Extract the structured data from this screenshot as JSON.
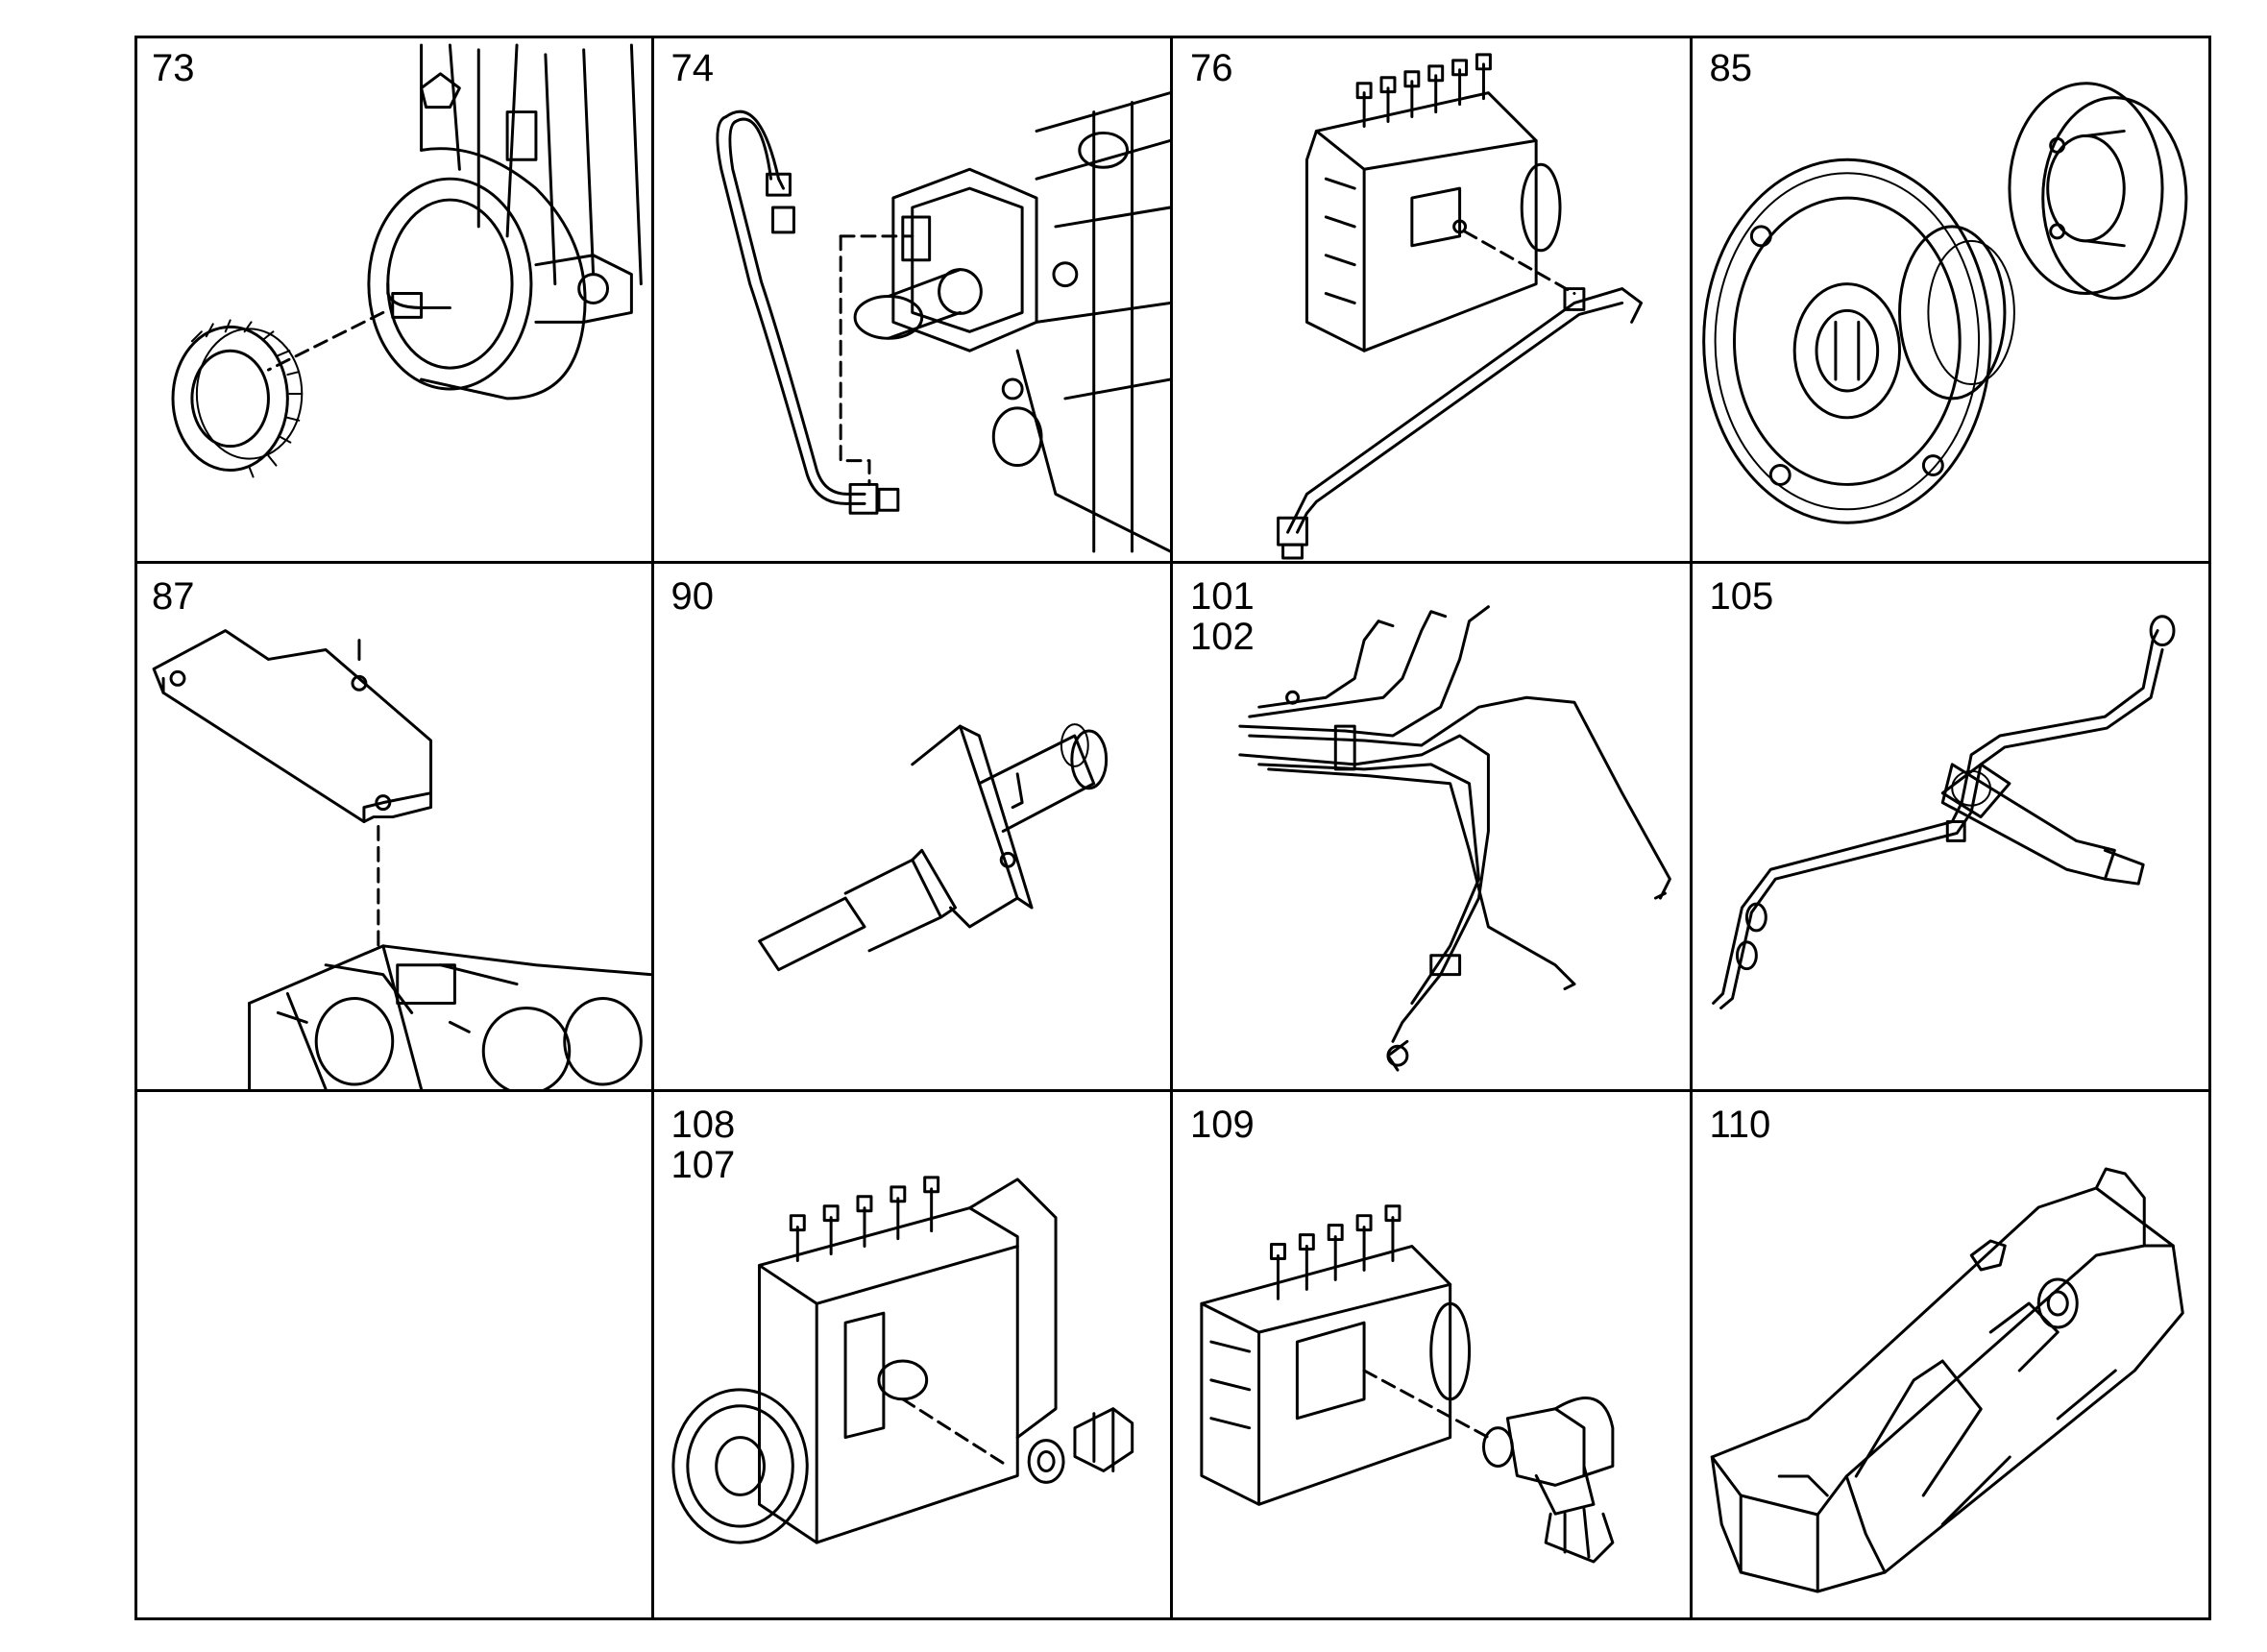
{
  "cells": [
    {
      "refs": [
        "73"
      ],
      "drawing": "gear-on-pump-shaft"
    },
    {
      "refs": [
        "74"
      ],
      "drawing": "pump-pipe-fitting"
    },
    {
      "refs": [
        "76"
      ],
      "drawing": "injection-pump-pipe"
    },
    {
      "refs": [
        "85"
      ],
      "drawing": "timing-gear-coupling"
    },
    {
      "refs": [
        "87"
      ],
      "drawing": "cover-plate-on-block"
    },
    {
      "refs": [
        "90"
      ],
      "drawing": "injector-nozzle"
    },
    {
      "refs": [
        "101",
        "102"
      ],
      "drawing": "injection-pipe-set"
    },
    {
      "refs": [
        "105"
      ],
      "drawing": "leak-off-pipe"
    },
    {
      "refs": [],
      "drawing": "empty"
    },
    {
      "refs": [
        "108",
        "107"
      ],
      "drawing": "pump-with-plug-washer"
    },
    {
      "refs": [
        "109"
      ],
      "drawing": "pump-with-banjo-fitting"
    },
    {
      "refs": [
        "110"
      ],
      "drawing": "side-cover"
    }
  ]
}
